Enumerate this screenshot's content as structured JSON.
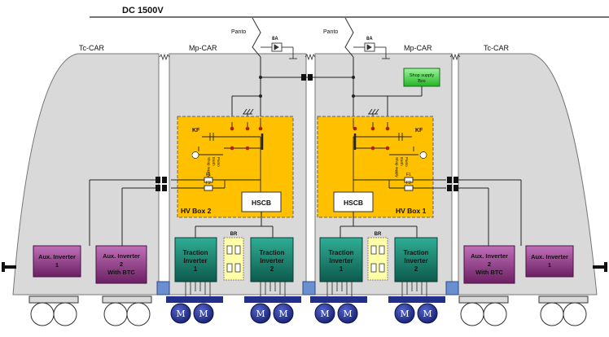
{
  "title": "DC 1500V",
  "cars": {
    "tc_left": "Tc-CAR",
    "mp_left": "Mp-CAR",
    "mp_right": "Mp-CAR",
    "tc_right": "Tc-CAR"
  },
  "pantographs": {
    "left": "Panto",
    "right": "Panto",
    "fuse_left": "8A",
    "fuse_right": "8A"
  },
  "shop_supply_box": {
    "line1": "Shop supply",
    "line2": "Box"
  },
  "hv_boxes": {
    "left": {
      "label": "HV Box 2",
      "kf": "KF",
      "switch_labels": [
        "Shop supply",
        "Earth",
        "Panto"
      ],
      "fuse1": "F1",
      "fuse2": "F2",
      "hscb": "HSCB"
    },
    "right": {
      "label": "HV Box 1",
      "kf": "KF",
      "switch_labels": [
        "Shop supply",
        "Earth",
        "Panto"
      ],
      "fuse1": "F1",
      "fuse2": "F2",
      "hscb": "HSCB"
    }
  },
  "aux_inverters": {
    "left_1": [
      "Aux. Inverter",
      "1"
    ],
    "left_2": [
      "Aux. Inverter",
      "2",
      "With BTC"
    ],
    "right_2": [
      "Aux. Inverter",
      "2",
      "With BTC"
    ],
    "right_1": [
      "Aux. Inverter",
      "1"
    ]
  },
  "traction_inverters": {
    "left_1": [
      "Traction",
      "Inverter",
      "1"
    ],
    "left_2": [
      "Traction",
      "Inverter",
      "2"
    ],
    "right_1": [
      "Traction",
      "Inverter",
      "1"
    ],
    "right_2": [
      "Traction",
      "Inverter",
      "2"
    ]
  },
  "braking_resistors": {
    "left": "BR",
    "right": "BR"
  },
  "motor_symbol": "M",
  "colors": {
    "hv_box": "#ffc000",
    "inverter": "#1d8a77",
    "aux_inverter": "#8b2e82",
    "braking_resistor": "#ffffa8",
    "shop_box": "#44dd44",
    "motor": "#1f2a8a",
    "car_body": "#d8d8d8"
  }
}
